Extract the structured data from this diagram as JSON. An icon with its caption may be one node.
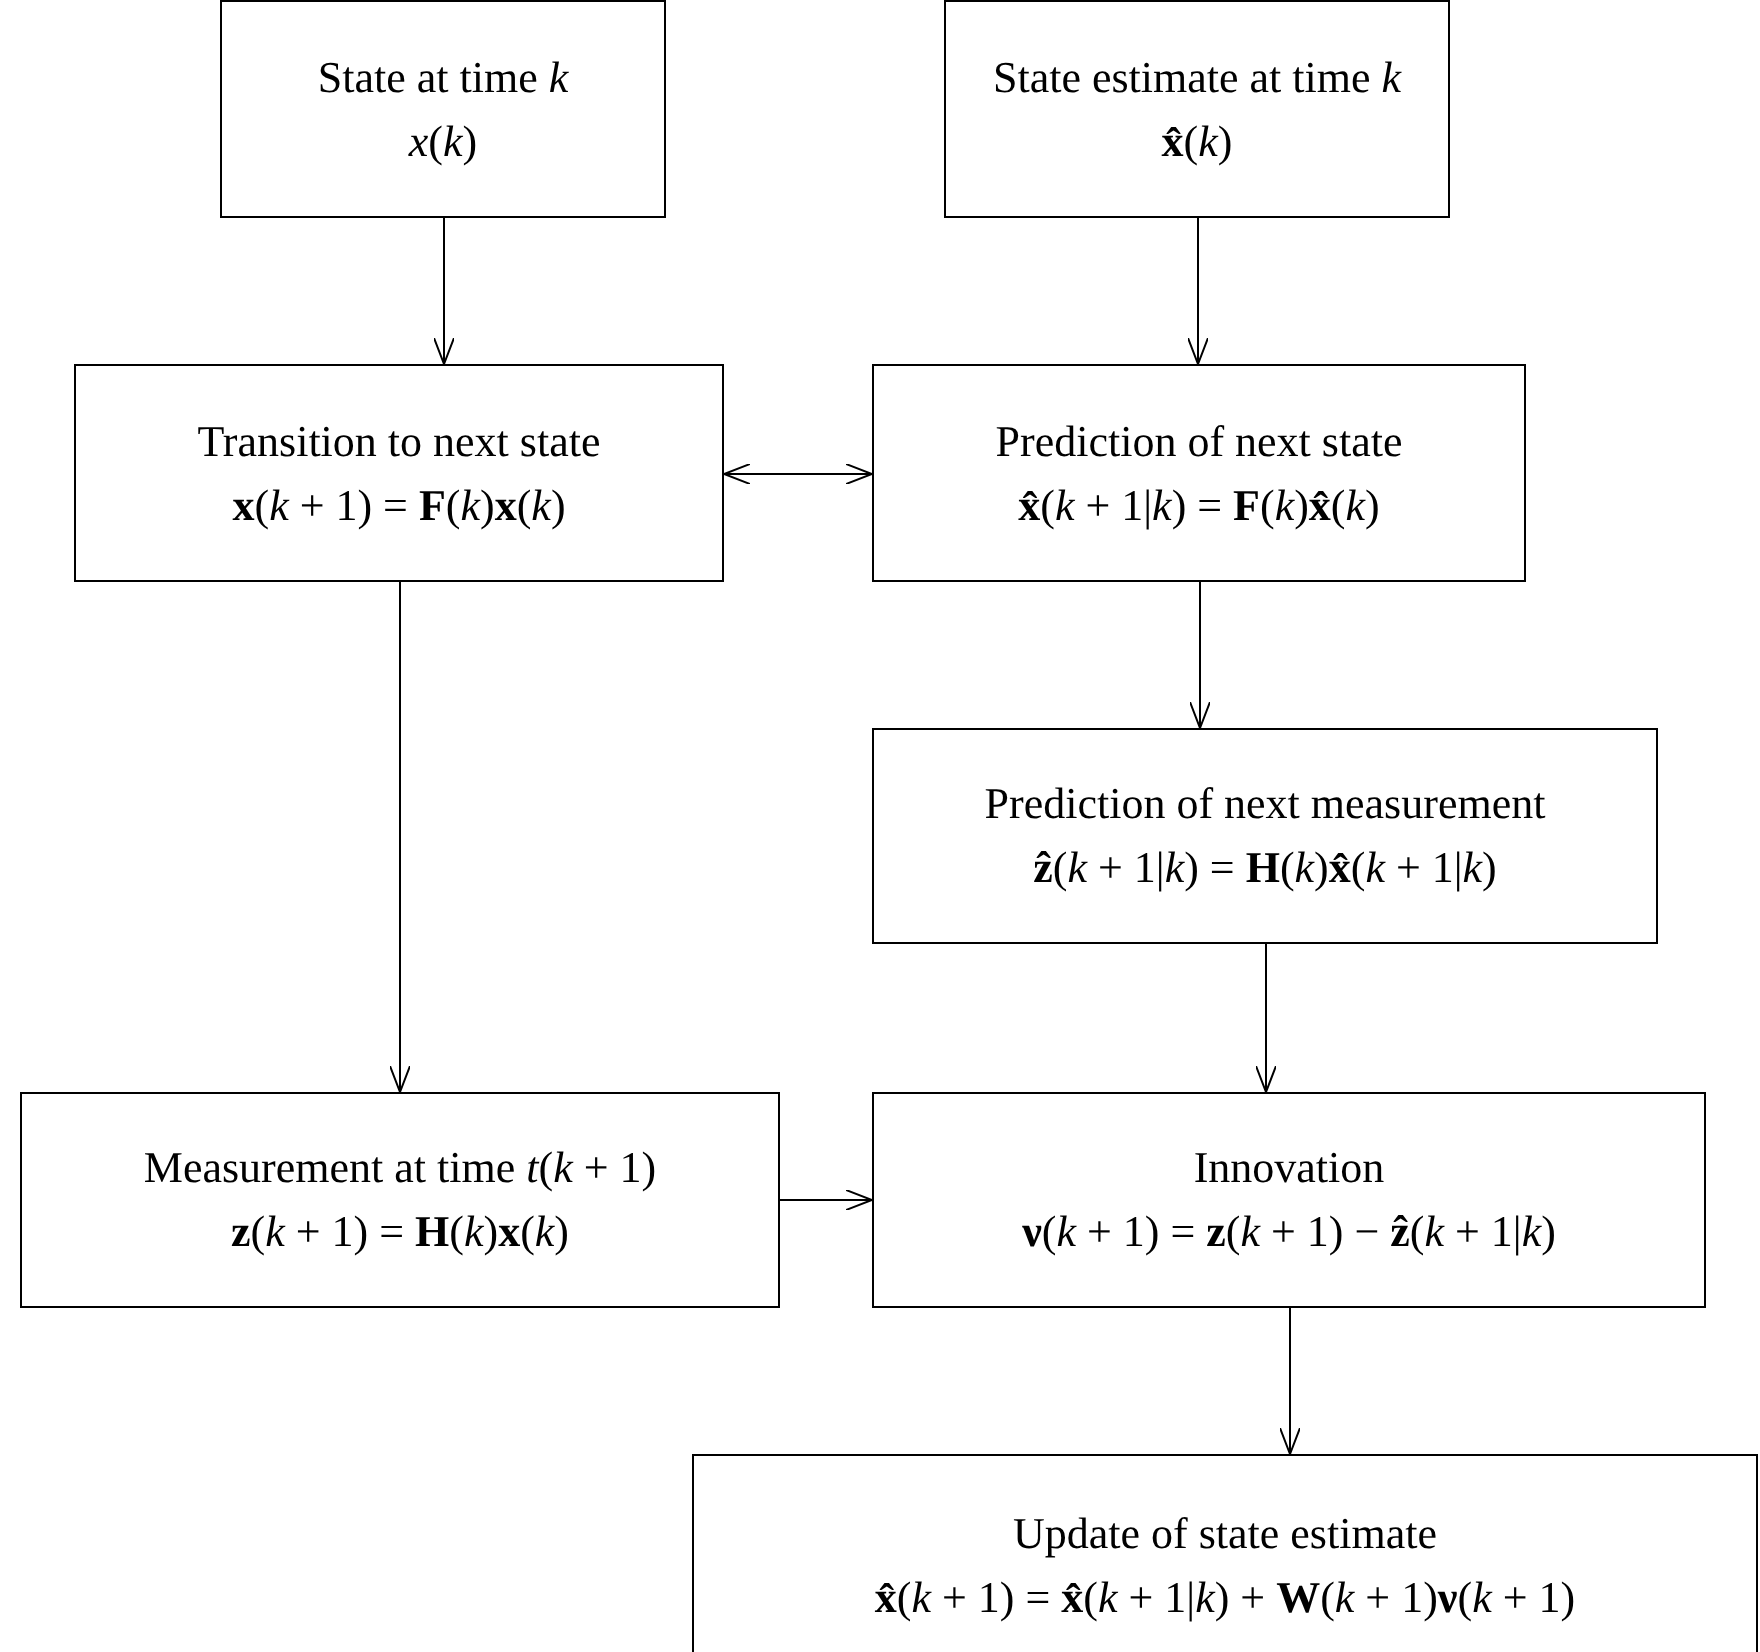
{
  "diagram": {
    "nodes": [
      {
        "text": [
          "State at time *k*",
          "*x*(*k*)"
        ]
      },
      {
        "text": [
          "State estimate at time *k*",
          "**x̂**(*k*)"
        ]
      },
      {
        "text": [
          "Transition to next state",
          "**x**(*k* + 1) = **F**(*k*)**x**(*k*)"
        ]
      },
      {
        "text": [
          "Prediction of next state",
          "**x̂**(*k* + 1|*k*) = **F**(*k*)**x̂**(*k*)"
        ]
      },
      {
        "text": [
          "Prediction of next measurement",
          "**ẑ**(*k* + 1|*k*) = **H**(*k*)**x̂**(*k* + 1|*k*)"
        ]
      },
      {
        "text": [
          "Measurement at time *t*(*k* + 1)",
          "**z**(*k* + 1) = **H**(*k*)**x**(*k*)"
        ]
      },
      {
        "text": [
          "Innovation",
          "**ν**(*k* + 1) = **z**(*k* + 1) − **ẑ**(*k* + 1|*k*)"
        ]
      },
      {
        "text": [
          "Update of state estimate",
          "**x̂**(*k* + 1) = **x̂**(*k* + 1|*k*) + **W**(*k* + 1)**ν**(*k* + 1)"
        ]
      }
    ],
    "edges": [
      {
        "from": 0,
        "to": 2,
        "arrow": "to"
      },
      {
        "from": 1,
        "to": 3,
        "arrow": "to"
      },
      {
        "from": 2,
        "to": 3,
        "arrow": "both"
      },
      {
        "from": 3,
        "to": 4,
        "arrow": "to"
      },
      {
        "from": 2,
        "to": 5,
        "arrow": "to"
      },
      {
        "from": 4,
        "to": 6,
        "arrow": "to"
      },
      {
        "from": 5,
        "to": 6,
        "arrow": "to"
      },
      {
        "from": 6,
        "to": 7,
        "arrow": "to"
      }
    ]
  }
}
